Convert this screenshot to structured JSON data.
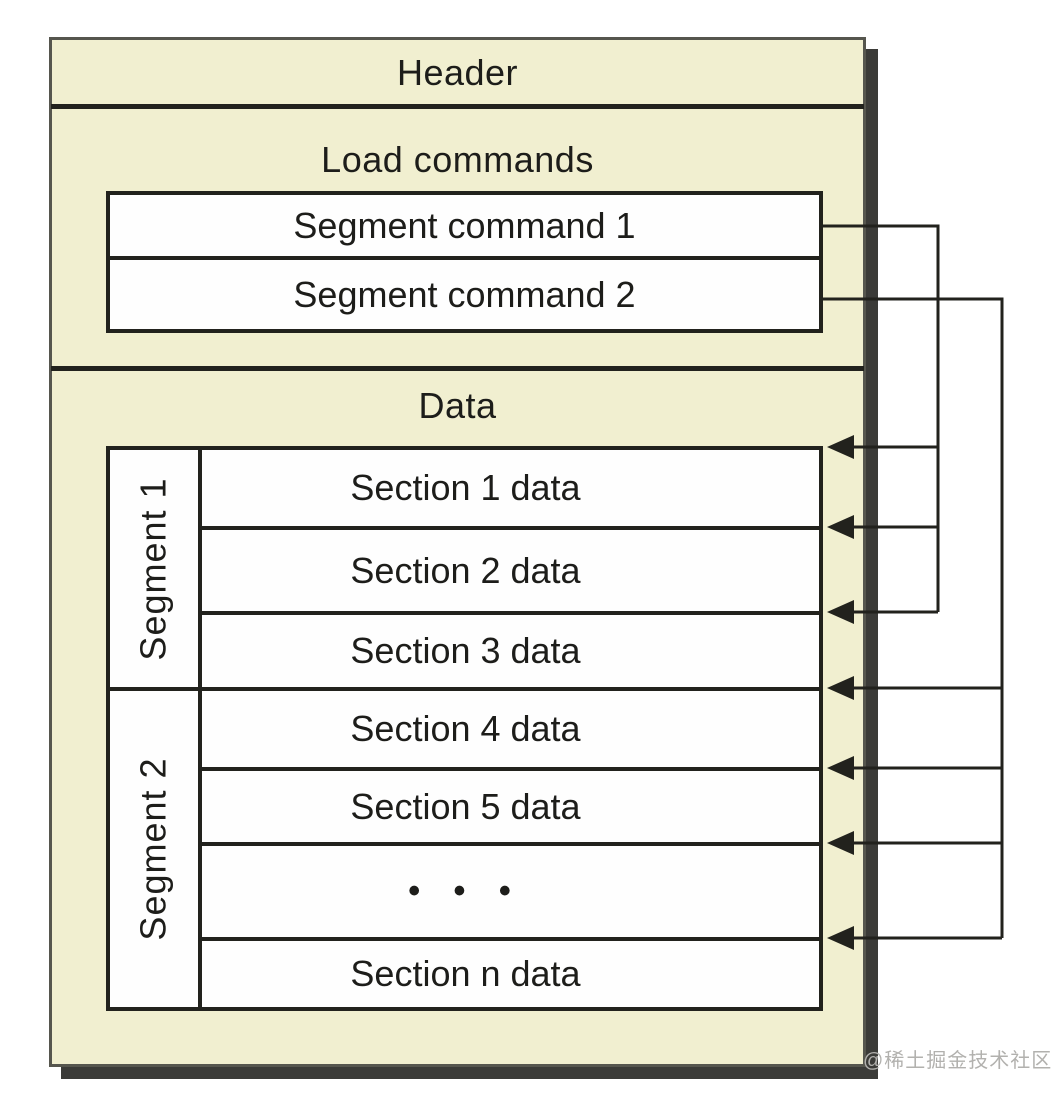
{
  "diagram": {
    "header_label": "Header",
    "load_commands": {
      "title": "Load commands",
      "items": [
        "Segment command 1",
        "Segment command 2"
      ]
    },
    "data": {
      "title": "Data",
      "segments": [
        {
          "label": "Segment 1",
          "sections": [
            "Section 1 data",
            "Section 2 data",
            "Section 3 data"
          ]
        },
        {
          "label": "Segment 2",
          "sections": [
            "Section 4 data",
            "Section 5 data",
            "• • •",
            "Section n data"
          ]
        }
      ]
    },
    "connectors": [
      {
        "from": "Segment command 1",
        "to": [
          "Section 1 data",
          "Section 2 data",
          "Section 3 data"
        ]
      },
      {
        "from": "Segment command 2",
        "to": [
          "Section 4 data",
          "Section 5 data",
          "• • •",
          "Section n data"
        ]
      }
    ]
  },
  "icons": {
    "arrowhead": "left-pointing-solid-triangle"
  },
  "watermark": "@稀土掘金技术社区",
  "colors": {
    "box_fill": "#F1EFD0",
    "cell_fill": "#FEFEFE",
    "line": "#22221D",
    "outer_border": "#56564E",
    "shadow": "#3B3B38",
    "text": "#1D1D1A",
    "watermark": "#B2B1AE",
    "page_background": "#FFFFFF"
  }
}
